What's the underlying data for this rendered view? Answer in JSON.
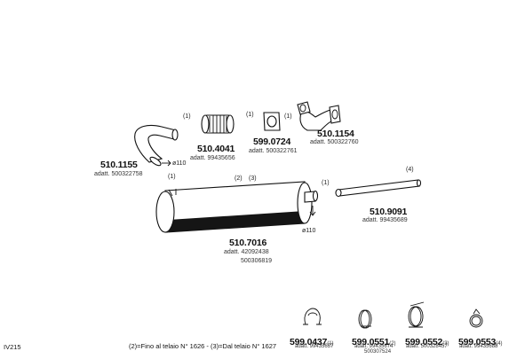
{
  "parts": {
    "elbow_pipe": {
      "code": "510.1155",
      "adatt": "adatt. 500322758",
      "qty": "(1)",
      "dia": "ø110"
    },
    "flex_pipe": {
      "code": "510.4041",
      "adatt": "adatt. 99435656",
      "qty": "(1)"
    },
    "gasket": {
      "code": "599.0724",
      "adatt": "adatt. 500322761",
      "qty": "(1)"
    },
    "flange_elbow": {
      "code": "510.1154",
      "adatt": "adatt. 500322760"
    },
    "tail_pipe": {
      "code": "510.9091",
      "adatt": "adatt. 99435689",
      "qty": "(4)",
      "qty_left": "(1)"
    },
    "silencer": {
      "code": "510.7016",
      "adatt": "adatt. 42092438",
      "adatt2": "500306819",
      "qty_left": "(1)",
      "qty_mid": "(2)",
      "qty_mid2": "(3)",
      "dia": "ø110"
    }
  },
  "clamps": [
    {
      "code": "599.0437",
      "qty": "(1)",
      "adatt": "adatt. 99435657",
      "adatt2": ""
    },
    {
      "code": "599.0551",
      "qty": "(2)",
      "adatt": "adatt. 99435674",
      "adatt2": "500307524"
    },
    {
      "code": "599.0552",
      "qty": "(3)",
      "adatt": "adatt. 500328457",
      "adatt2": ""
    },
    {
      "code": "599.0553",
      "qty": "(4)",
      "adatt": "adatt. 99435688",
      "adatt2": ""
    }
  ],
  "footer": {
    "ref": "IV215",
    "legend": "(2)=Fino al telaio N° 1626   -   (3)=Dal telaio N° 1627"
  }
}
